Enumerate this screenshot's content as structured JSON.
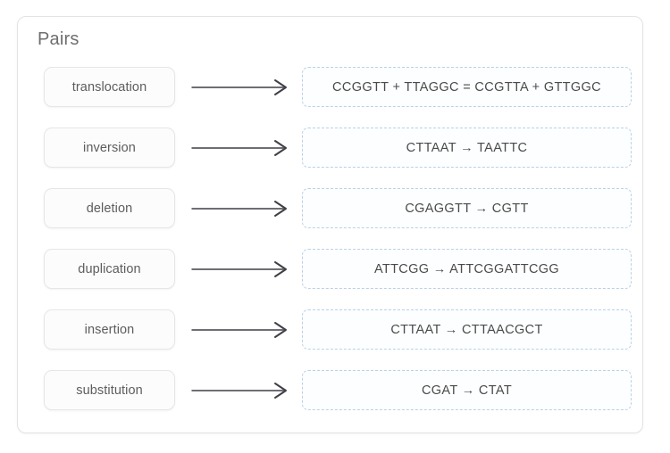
{
  "card": {
    "title": "Pairs"
  },
  "arrow_icon": "right-arrow-icon",
  "rows": [
    {
      "label": "translocation",
      "sequence": "CCGGTT + TTAGGC = CCGTTA + GTTGGC"
    },
    {
      "label": "inversion",
      "sequence": "CTTAAT → TAATTC"
    },
    {
      "label": "deletion",
      "sequence": "CGAGGTT → CGTT"
    },
    {
      "label": "duplication",
      "sequence": "ATTCGG → ATTCGGATTCGG"
    },
    {
      "label": "insertion",
      "sequence": "CTTAAT → CTTAACGCT"
    },
    {
      "label": "substitution",
      "sequence": "CGAT → CTAT"
    }
  ],
  "colors": {
    "card_border": "#e3e3e3",
    "pill_border": "#e6e6e6",
    "dashed_border": "#b9d2e6",
    "title_text": "#6e6e6e",
    "body_text": "#4a4a4a",
    "arrow_stroke": "#3f3f46"
  }
}
